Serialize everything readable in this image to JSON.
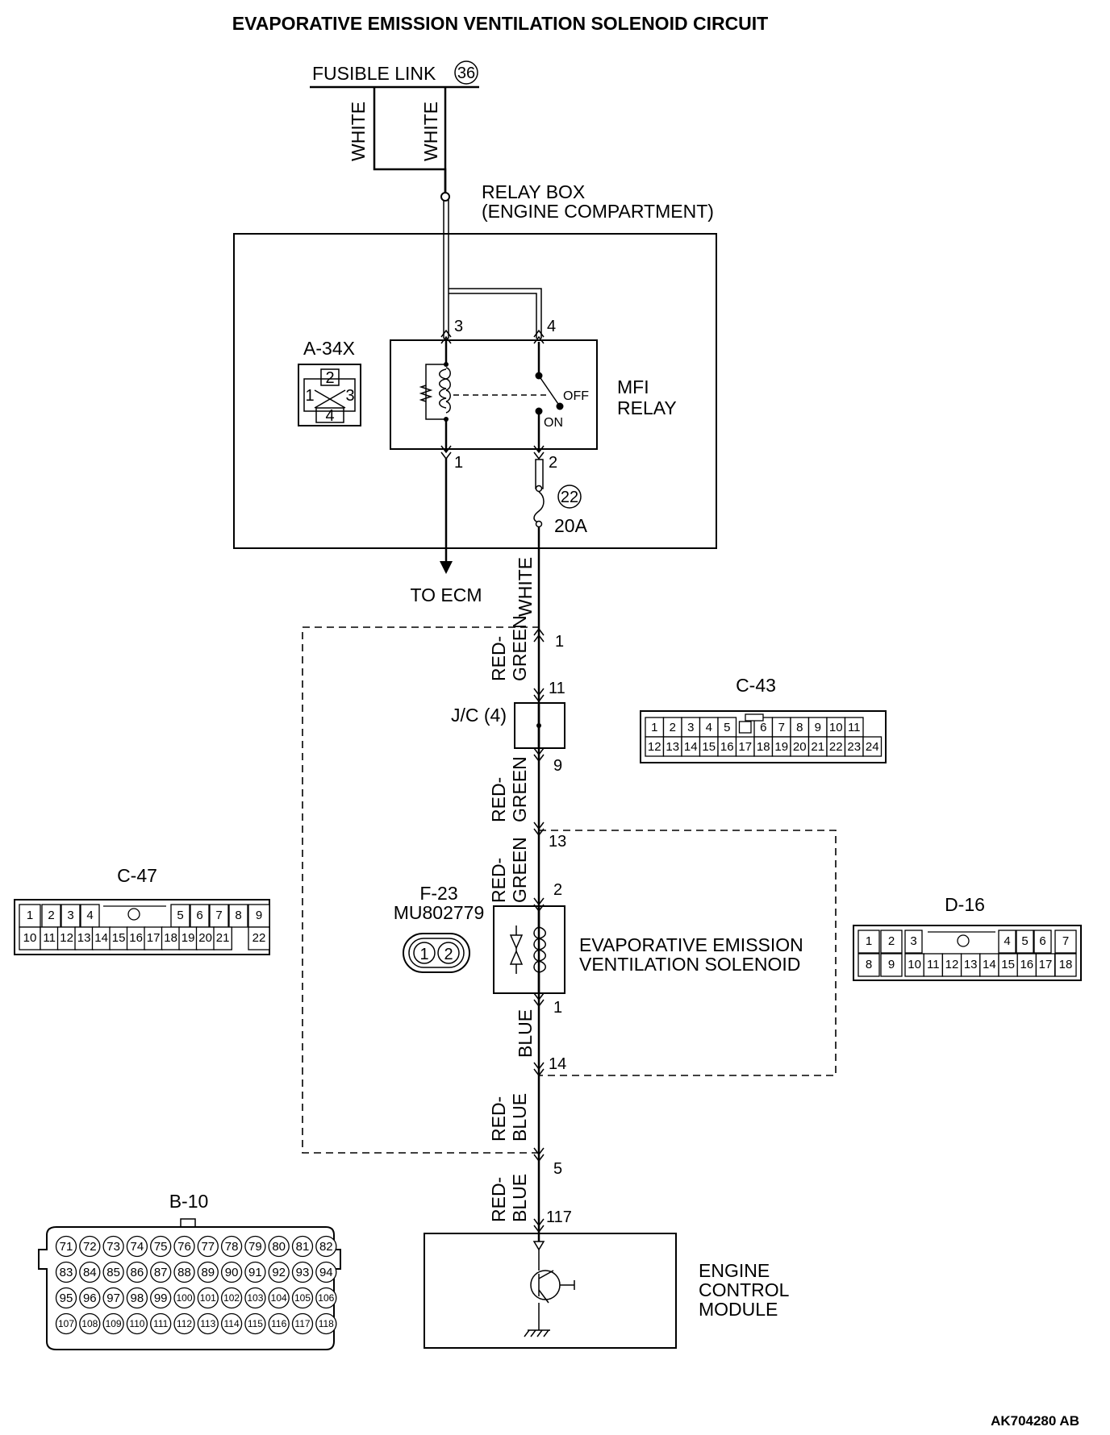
{
  "title": "EVAPORATIVE EMISSION VENTILATION SOLENOID CIRCUIT",
  "fusible_link": {
    "label": "FUSIBLE LINK",
    "number": "36"
  },
  "wires": {
    "white": "WHITE",
    "red": "RED-",
    "green": "GREEN",
    "blue": "BLUE"
  },
  "relay_box": {
    "line1": "RELAY BOX",
    "line2": "(ENGINE COMPARTMENT)"
  },
  "relay": {
    "line1": "MFI",
    "line2": "RELAY",
    "off": "OFF",
    "on": "ON",
    "pins": {
      "p1": "1",
      "p2": "2",
      "p3": "3",
      "p4": "4"
    }
  },
  "fuse": {
    "number": "22",
    "rating": "20A"
  },
  "to_ecm": "TO ECM",
  "junction": {
    "label": "J/C (4)"
  },
  "terminals": {
    "t1": "1",
    "t11": "11",
    "t9": "9",
    "t13": "13",
    "t2": "2",
    "t1b": "1",
    "t14": "14",
    "t5": "5",
    "t117": "117"
  },
  "solenoid": {
    "line1": "EVAPORATIVE EMISSION",
    "line2": "VENTILATION SOLENOID"
  },
  "ecm": {
    "line1": "ENGINE",
    "line2": "CONTROL",
    "line3": "MODULE"
  },
  "connectors": {
    "a34x": {
      "name": "A-34X",
      "pins": [
        "1",
        "2",
        "3",
        "4"
      ]
    },
    "c43": {
      "name": "C-43",
      "row1": [
        "1",
        "2",
        "3",
        "4",
        "5",
        "",
        "6",
        "7",
        "8",
        "9",
        "10",
        "11"
      ],
      "row2": [
        "12",
        "13",
        "14",
        "15",
        "16",
        "17",
        "18",
        "19",
        "20",
        "21",
        "22",
        "23",
        "24"
      ]
    },
    "c47": {
      "name": "C-47",
      "row1": [
        "1",
        "2",
        "3",
        "4",
        "5",
        "6",
        "7",
        "8",
        "9"
      ],
      "row2": [
        "10",
        "11",
        "12",
        "13",
        "14",
        "15",
        "16",
        "17",
        "18",
        "19",
        "20",
        "21",
        "22"
      ]
    },
    "d16": {
      "name": "D-16",
      "row1": [
        "1",
        "2",
        "3",
        "4",
        "5",
        "6",
        "7"
      ],
      "row2": [
        "8",
        "9",
        "10",
        "11",
        "12",
        "13",
        "14",
        "15",
        "16",
        "17",
        "18"
      ]
    },
    "f23": {
      "name": "F-23",
      "part": "MU802779",
      "pins": [
        "1",
        "2"
      ]
    },
    "b10": {
      "name": "B-10",
      "row1": [
        "71",
        "72",
        "73",
        "74",
        "75",
        "76",
        "77",
        "78",
        "79",
        "80",
        "81",
        "82"
      ],
      "row2": [
        "83",
        "84",
        "85",
        "86",
        "87",
        "88",
        "89",
        "90",
        "91",
        "92",
        "93",
        "94"
      ],
      "row3": [
        "95",
        "96",
        "97",
        "98",
        "99",
        "100",
        "101",
        "102",
        "103",
        "104",
        "105",
        "106"
      ],
      "row4": [
        "107",
        "108",
        "109",
        "110",
        "111",
        "112",
        "113",
        "114",
        "115",
        "116",
        "117",
        "118"
      ]
    }
  },
  "diagram_code": "AK704280 AB"
}
